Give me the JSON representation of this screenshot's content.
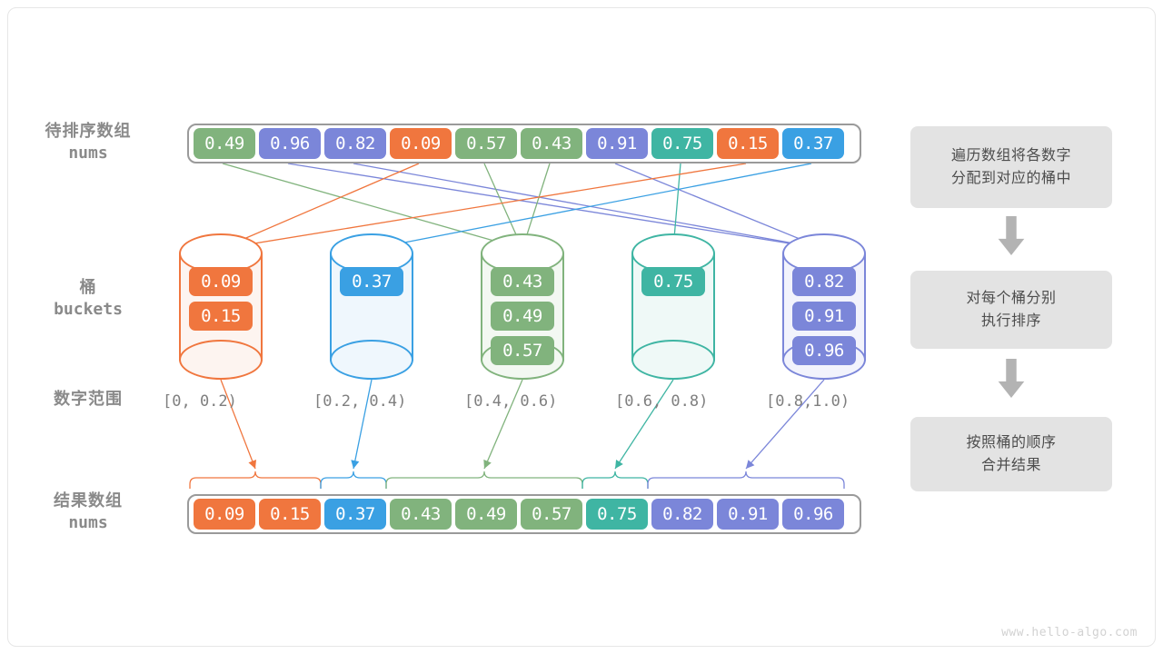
{
  "palette": {
    "green": "#81b37d",
    "purple": "#7b86d9",
    "orange": "#f0763e",
    "teal": "#3fb5a3",
    "blue": "#3aa0e3",
    "box_border": "#9a9a9a",
    "label_gray": "#8a8a8a",
    "range_gray": "#7f7f7f",
    "flow_bg": "#e3e3e3",
    "flow_text": "#4d4d4d",
    "arrow_gray": "#b3b3b3"
  },
  "labels": {
    "input_cn": "待排序数组",
    "input_en": "nums",
    "buckets_cn": "桶",
    "buckets_en": "buckets",
    "range_cn": "数字范围",
    "result_cn": "结果数组",
    "result_en": "nums"
  },
  "input_array": {
    "values": [
      "0.49",
      "0.96",
      "0.82",
      "0.09",
      "0.57",
      "0.43",
      "0.91",
      "0.75",
      "0.15",
      "0.37"
    ],
    "colors": [
      "green",
      "purple",
      "purple",
      "orange",
      "green",
      "green",
      "purple",
      "teal",
      "orange",
      "blue"
    ],
    "bucket_index": [
      2,
      4,
      4,
      0,
      2,
      2,
      4,
      3,
      0,
      1
    ]
  },
  "buckets": [
    {
      "color": "orange",
      "range": "[0, 0.2)",
      "items": [
        "0.09",
        "0.15"
      ]
    },
    {
      "color": "blue",
      "range": "[0.2, 0.4)",
      "items": [
        "0.37"
      ]
    },
    {
      "color": "green",
      "range": "[0.4, 0.6)",
      "items": [
        "0.43",
        "0.49",
        "0.57"
      ]
    },
    {
      "color": "teal",
      "range": "[0.6, 0.8)",
      "items": [
        "0.75"
      ]
    },
    {
      "color": "purple",
      "range": "[0.8,1.0)",
      "items": [
        "0.82",
        "0.91",
        "0.96"
      ]
    }
  ],
  "result_array": {
    "values": [
      "0.09",
      "0.15",
      "0.37",
      "0.43",
      "0.49",
      "0.57",
      "0.75",
      "0.82",
      "0.91",
      "0.96"
    ],
    "colors": [
      "orange",
      "orange",
      "blue",
      "green",
      "green",
      "green",
      "teal",
      "purple",
      "purple",
      "purple"
    ]
  },
  "flow": {
    "steps": [
      {
        "line1": "遍历数组将各数字",
        "line2": "分配到对应的桶中"
      },
      {
        "line1": "对每个桶分别",
        "line2": "执行排序"
      },
      {
        "line1": "按照桶的顺序",
        "line2": "合并结果"
      }
    ]
  },
  "watermark": "www.hello-algo.com"
}
